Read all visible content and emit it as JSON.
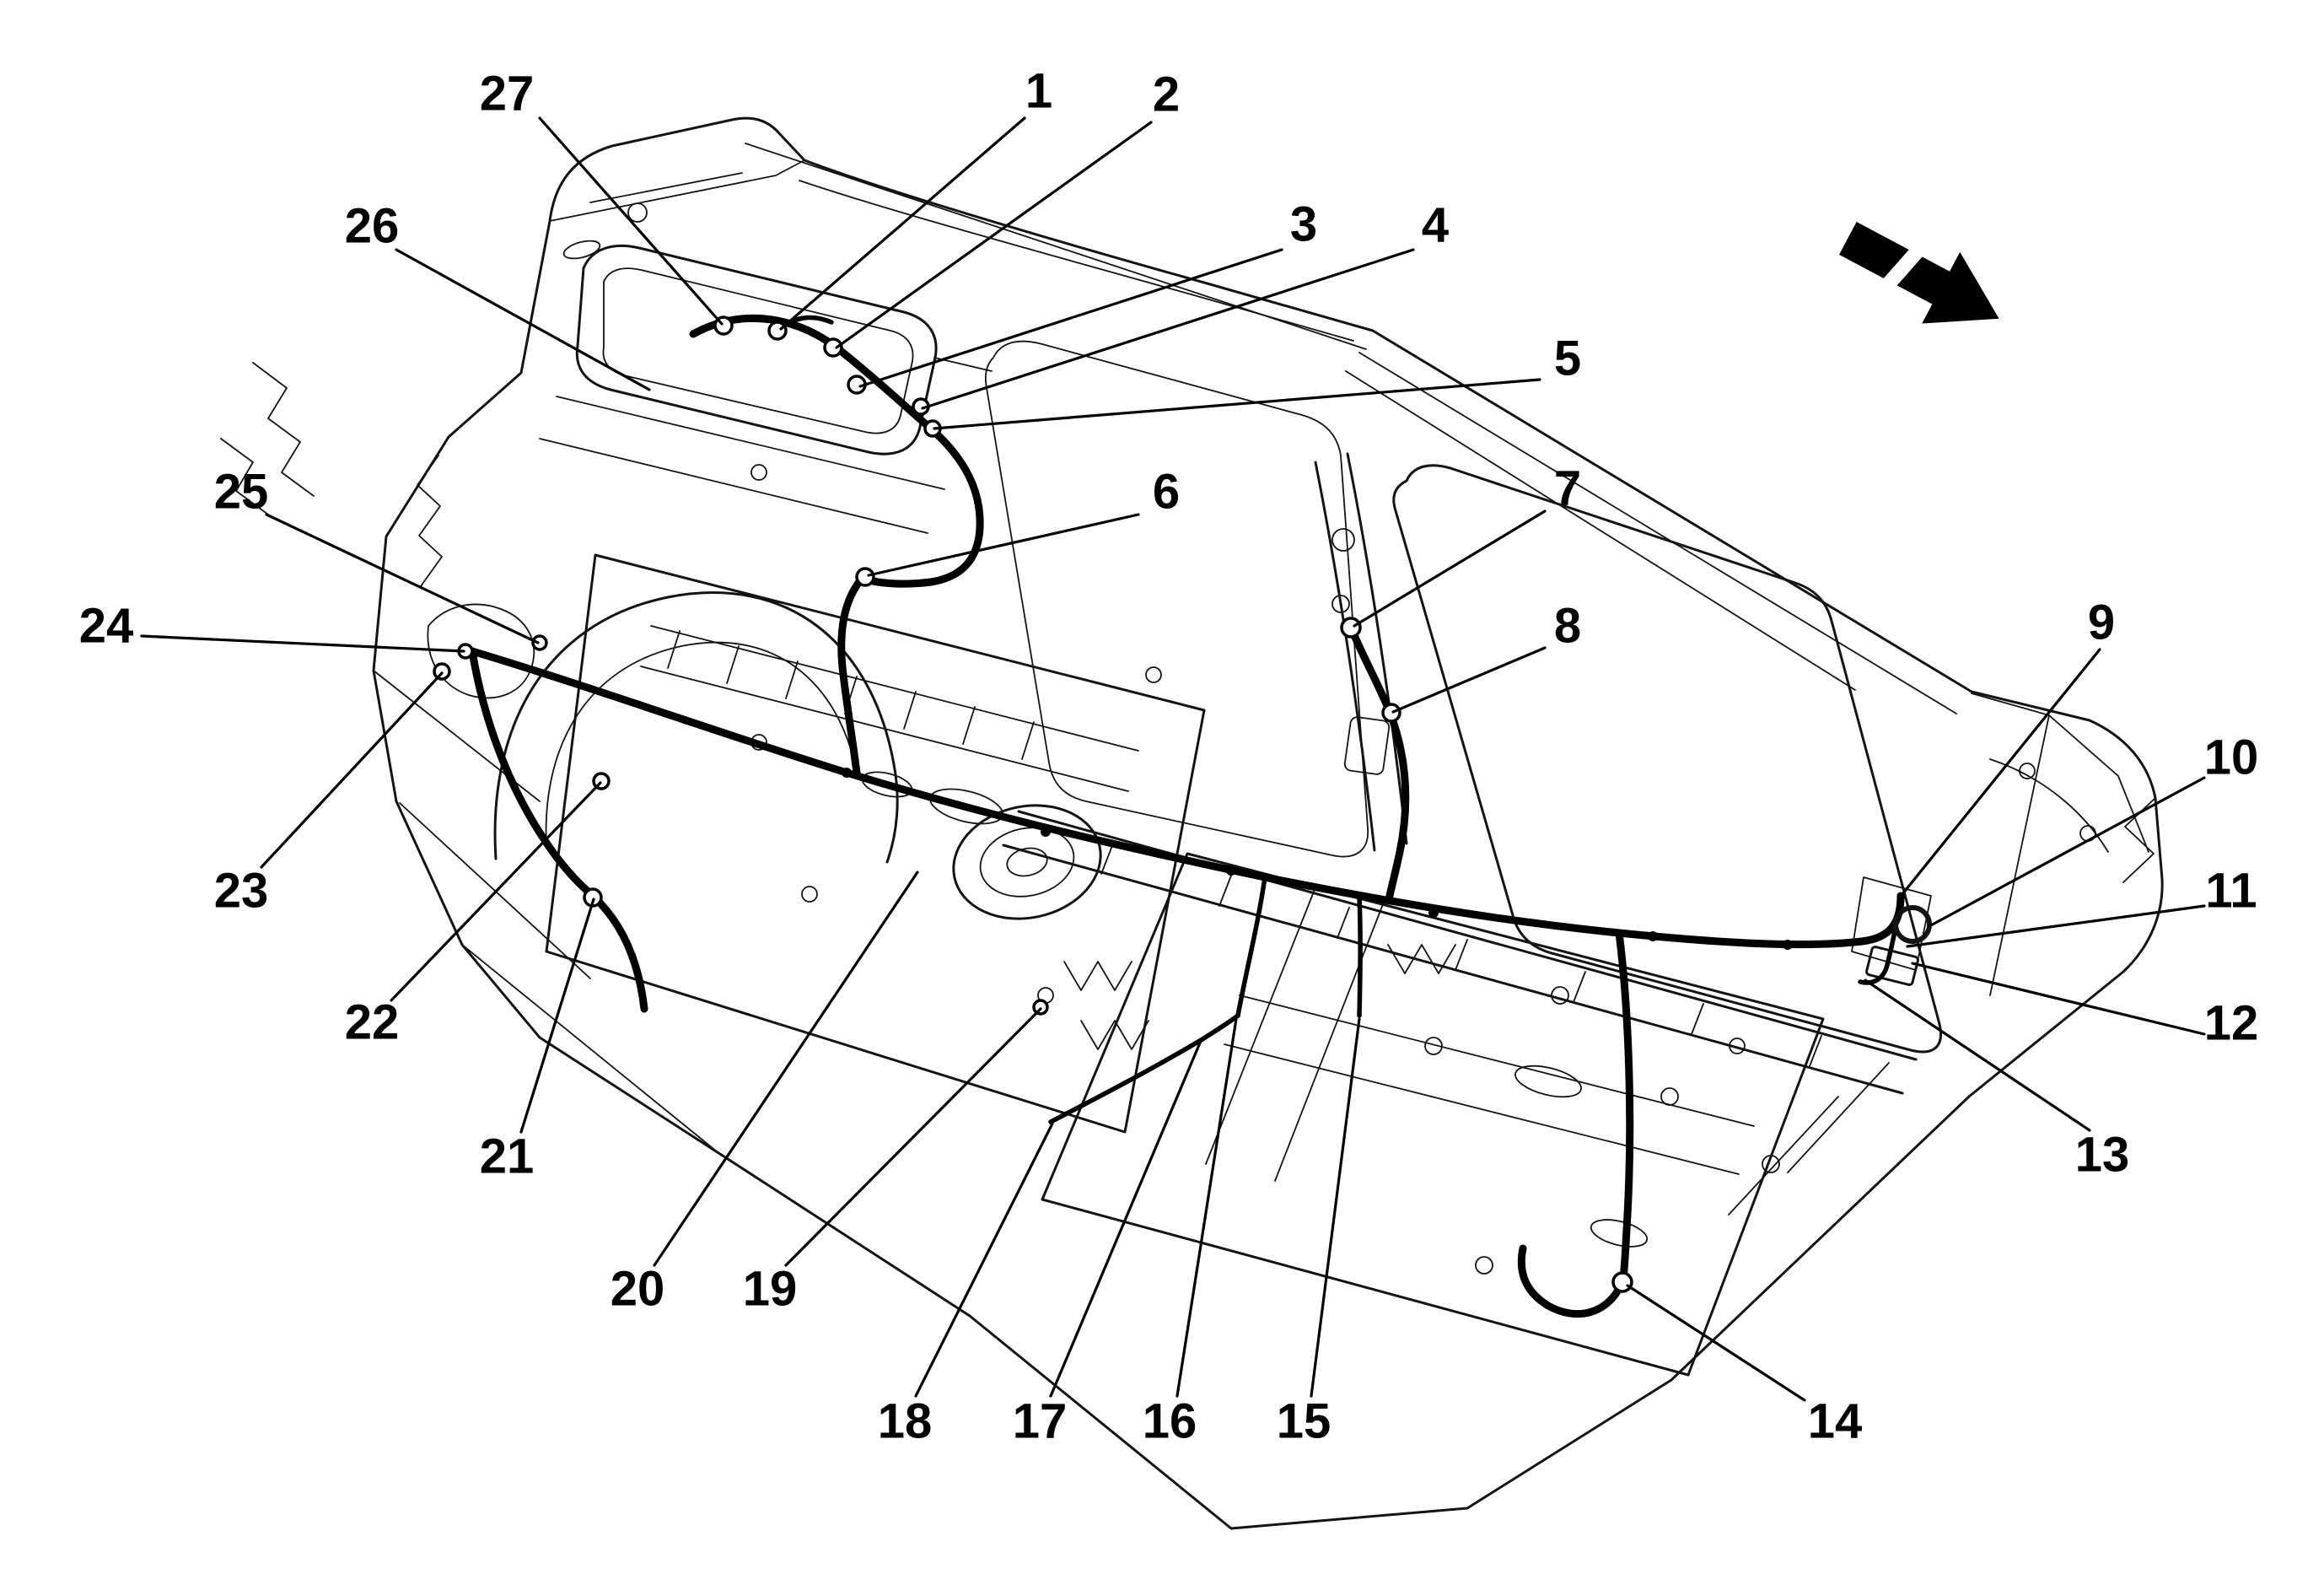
{
  "palette": {
    "background": "#ffffff",
    "line_color": "#000000"
  },
  "icons": {
    "direction_arrow": {
      "name": "direction-arrow",
      "points": "lower-right"
    }
  },
  "callouts": [
    "1",
    "2",
    "3",
    "4",
    "5",
    "6",
    "7",
    "8",
    "9",
    "10",
    "11",
    "12",
    "13",
    "14",
    "15",
    "16",
    "17",
    "18",
    "19",
    "20",
    "21",
    "22",
    "23",
    "24",
    "25",
    "26",
    "27"
  ]
}
